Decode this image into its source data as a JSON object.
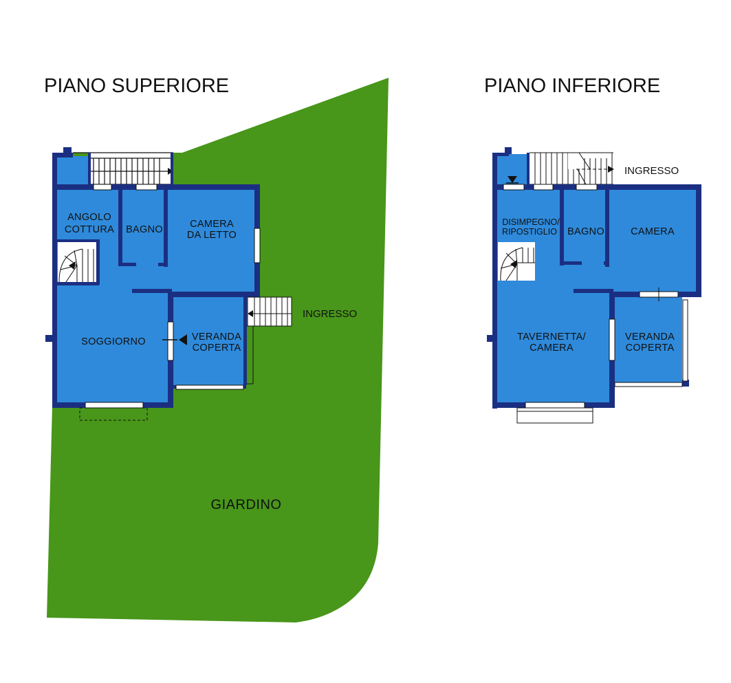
{
  "colors": {
    "garden": "#48961A",
    "room_fill": "#2F8ADB",
    "wall": "#1B2F82",
    "window": "#FFFFFF"
  },
  "upper_floor": {
    "title": "PIANO SUPERIORE",
    "garden_label": "GIARDINO",
    "entrance_label": "INGRESSO",
    "rooms": {
      "angolo_cottura": [
        "ANGOLO",
        "COTTURA"
      ],
      "bagno": "BAGNO",
      "camera_da_letto": [
        "CAMERA",
        "DA LETTO"
      ],
      "soggiorno": "SOGGIORNO",
      "veranda_coperta": [
        "VERANDA",
        "COPERTA"
      ]
    }
  },
  "lower_floor": {
    "title": "PIANO INFERIORE",
    "entrance_label": "INGRESSO",
    "rooms": {
      "disimpegno_ripostiglio": [
        "DISIMPEGNO/",
        "RIPOSTIGLIO"
      ],
      "bagno": "BAGNO",
      "camera": "CAMERA",
      "tavernetta_camera": [
        "TAVERNETTA/",
        "CAMERA"
      ],
      "veranda_coperta": [
        "VERANDA",
        "COPERTA"
      ]
    }
  }
}
